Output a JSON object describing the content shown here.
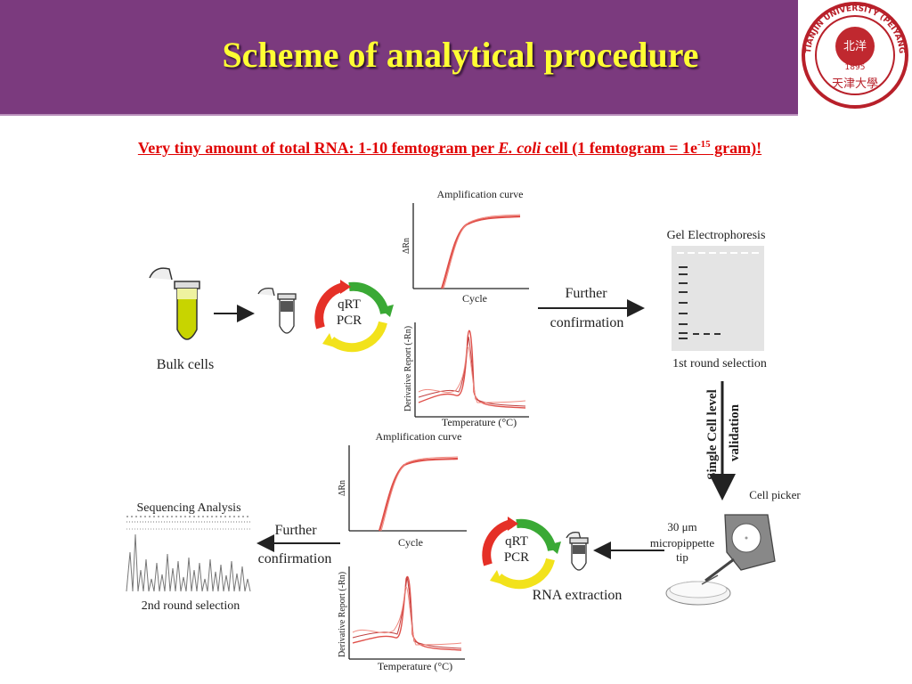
{
  "header": {
    "title": "Scheme of analytical procedure",
    "logo": {
      "ring_text": "TIANJIN UNIVERSITY (PEIYANG UNIVERSITY)",
      "year": "1895",
      "chinese": "天津大学"
    }
  },
  "subtitle": {
    "part1": "Very tiny amount of total RNA: 1-10 femtogram per ",
    "italic": "E. coli",
    "part2": " cell (1 femtogram = 1e",
    "sup": "-15",
    "part3": " gram)!"
  },
  "diagram": {
    "bulk_cells": "Bulk cells",
    "qrt1": "qRT",
    "pcr1": "PCR",
    "amp1": {
      "title": "Amplification curve",
      "ylabel": "ΔRn",
      "xlabel": "Cycle"
    },
    "melt1": {
      "ylabel": "Derivative Report (-Rn)",
      "xlabel": "Temperature (°C)"
    },
    "further1": "Further",
    "confirm1": "confirmation",
    "gel": {
      "title": "Gel Electrophoresis",
      "caption": "1st round selection"
    },
    "single_cell1": "Single Cell level",
    "single_cell2": "validation",
    "cell_picker": "Cell picker",
    "tip1": "30 μm",
    "tip2": "micropippette",
    "tip3": "tip",
    "amp2": {
      "title": "Amplification curve",
      "ylabel": "ΔRn",
      "xlabel": "Cycle"
    },
    "melt2": {
      "ylabel": "Derivative Report (-Rn)",
      "xlabel": "Temperature (°C)"
    },
    "qrt2": "qRT",
    "pcr2": "PCR",
    "rna_extraction": "RNA extraction",
    "further2": "Further",
    "confirm2": "confirmation",
    "seq": {
      "title": "Sequencing Analysis",
      "caption": "2nd round selection"
    }
  },
  "colors": {
    "header": "#7b3a7e",
    "title": "#ffff33",
    "subtitle": "#e00000",
    "curve": "#e0504a",
    "cycle_red": "#e53027",
    "cycle_green": "#3aa935",
    "cycle_yellow": "#f2e21b"
  }
}
